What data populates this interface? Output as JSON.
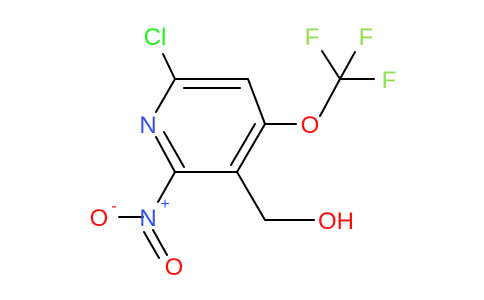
{
  "molecule": {
    "atoms": {
      "chlorine": "Cl",
      "ring_nitrogen": "N",
      "nitro_nitrogen": "N",
      "nitro_plus_charge": "+",
      "nitro_oxygen_anion": "O",
      "nitro_minus_charge": "-",
      "nitro_oxygen": "O",
      "ether_oxygen": "O",
      "fluorine_top_left": "F",
      "fluorine_top_right": "F",
      "fluorine_right": "F",
      "hydroxyl": "OH"
    },
    "colors": {
      "bond": "#000000",
      "carbon": "#000000",
      "nitrogen": "#3050F8",
      "oxygen": "#FF0D0D",
      "fluorine": "#90E050",
      "chlorine": "#1FF01F"
    }
  }
}
